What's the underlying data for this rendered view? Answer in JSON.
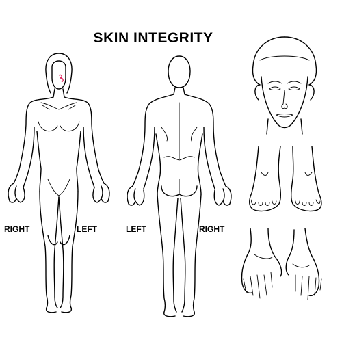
{
  "title": "SKIN INTEGRITY",
  "front_figure": {
    "right_label": "RIGHT",
    "left_label": "LEFT"
  },
  "back_figure": {
    "left_label": "LEFT",
    "right_label": "RIGHT"
  },
  "marks": {
    "face_mark_color": "#e0245e"
  },
  "colors": {
    "line": "#000000",
    "background": "#ffffff"
  }
}
